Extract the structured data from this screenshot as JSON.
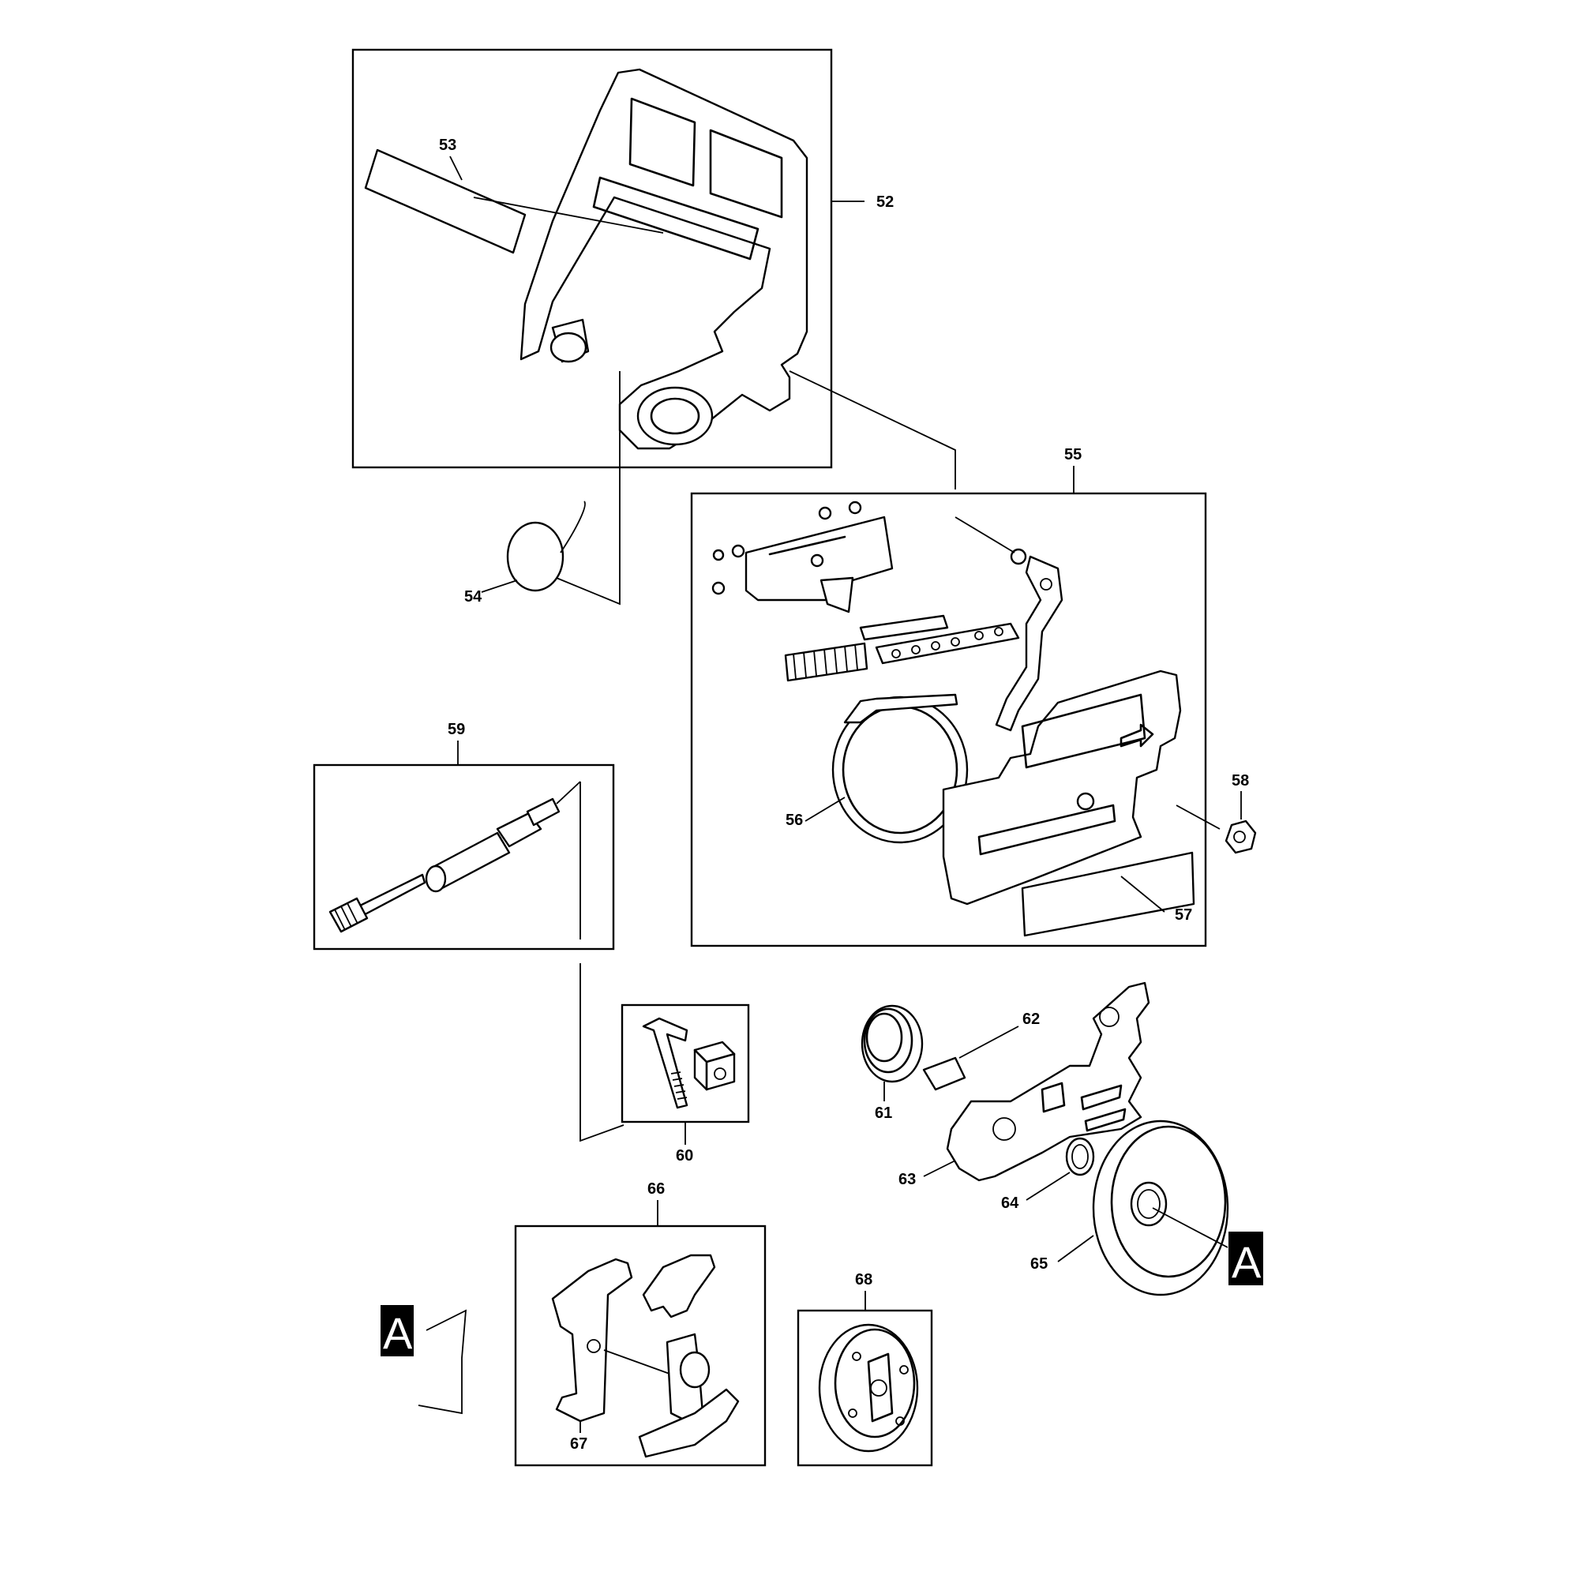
{
  "part_numbers": {
    "p52": "52",
    "p53": "53",
    "p54": "54",
    "p55": "55",
    "p56": "56",
    "p57": "57",
    "p58": "58",
    "p59": "59",
    "p60": "60",
    "p61": "61",
    "p62": "62",
    "p63": "63",
    "p64": "64",
    "p65": "65",
    "p66": "66",
    "p67": "67",
    "p68": "68"
  },
  "reference_markers": {
    "marker_right": "A",
    "marker_left": "A"
  }
}
